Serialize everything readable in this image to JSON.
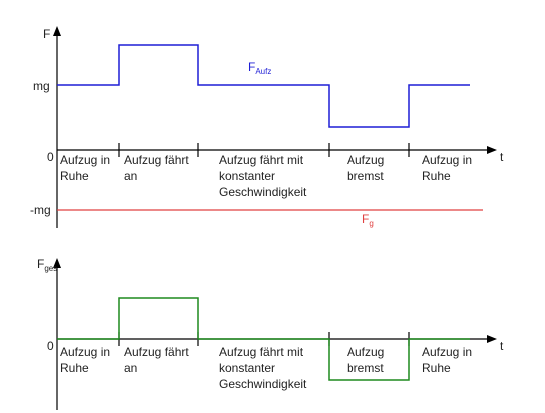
{
  "top_diagram": {
    "y_axis_label": "F",
    "x_axis_label": "t",
    "y_tick_mg": "mg",
    "y_tick_zero": "0",
    "y_tick_neg_mg": "-mg",
    "series_aufz": {
      "label_main": "F",
      "label_sub": "Aufz",
      "color": "#1f1fd6"
    },
    "series_g": {
      "label_main": "F",
      "label_sub": "g",
      "color": "#e04040"
    }
  },
  "bottom_diagram": {
    "y_axis_label_main": "F",
    "y_axis_label_sub": "ges",
    "x_axis_label": "t",
    "y_tick_zero": "0",
    "series_ges": {
      "color": "#1f8a1f"
    }
  },
  "phases": [
    {
      "lines": [
        "Aufzug in",
        "Ruhe"
      ]
    },
    {
      "lines": [
        "Aufzug fährt",
        "an"
      ]
    },
    {
      "lines": [
        "Aufzug fährt mit",
        "konstanter",
        "Geschwindigkeit"
      ]
    },
    {
      "lines": [
        "Aufzug",
        "bremst"
      ]
    },
    {
      "lines": [
        "Aufzug in",
        "Ruhe"
      ]
    }
  ]
}
